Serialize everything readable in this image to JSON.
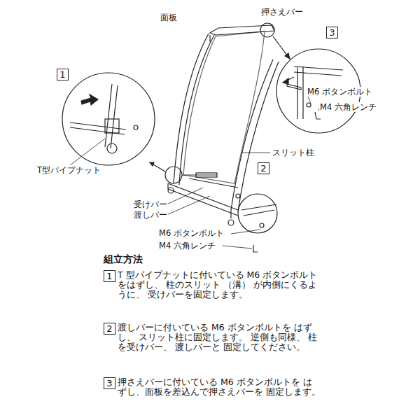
{
  "diagram": {
    "title": "組立方法",
    "labels": [
      "面板",
      "押さえバー",
      "3",
      "M6 ボタンボルト",
      "M4 六角レンチ",
      "1",
      "T型パイプナット",
      "スリット柱",
      "2",
      "受けバー",
      "渡しバー",
      "M6 ボタンボルト",
      "M4 六角レンチ",
      "1",
      "T 型パイプナットに付いている M6 ボタンボルトをはずし、 柱のスリット （溝） が内側にくるように、 受けバーを固定します。",
      "2",
      "渡しバーに付いている M6 ボタンボルトを はずし、 スリット柱に固定します。 逆側も同様、 柱を受けバー、 渡しバーと 固定してください。",
      "3",
      "押さえバーに付いている M6 ボタンボルトを はずし、面板を差込んで押さえバーを 固定します。"
    ]
  }
}
